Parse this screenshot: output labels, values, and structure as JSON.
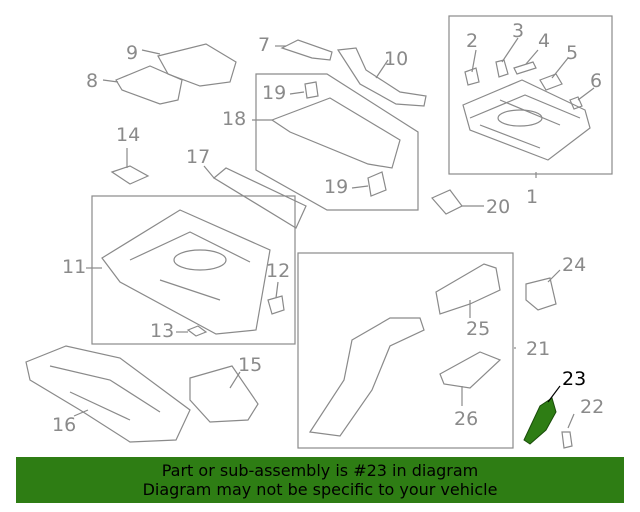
{
  "labels": {
    "c1": "1",
    "c2": "2",
    "c3": "3",
    "c4": "4",
    "c5": "5",
    "c6": "6",
    "c7": "7",
    "c8": "8",
    "c9": "9",
    "c10": "10",
    "c11": "11",
    "c12": "12",
    "c13": "13",
    "c14": "14",
    "c15": "15",
    "c16": "16",
    "c17": "17",
    "c18": "18",
    "c19a": "19",
    "c19b": "19",
    "c20": "20",
    "c21": "21",
    "c22": "22",
    "c23": "23",
    "c24": "24",
    "c25": "25",
    "c26": "26"
  },
  "highlight_part": "23",
  "colors": {
    "line": "#8a8a8a",
    "highlight_part": "#2e7d14",
    "banner": "#2e7d14"
  },
  "banner": {
    "line1": "Part or sub-assembly is #23 in diagram",
    "line2": "Diagram may not be specific to your vehicle"
  }
}
